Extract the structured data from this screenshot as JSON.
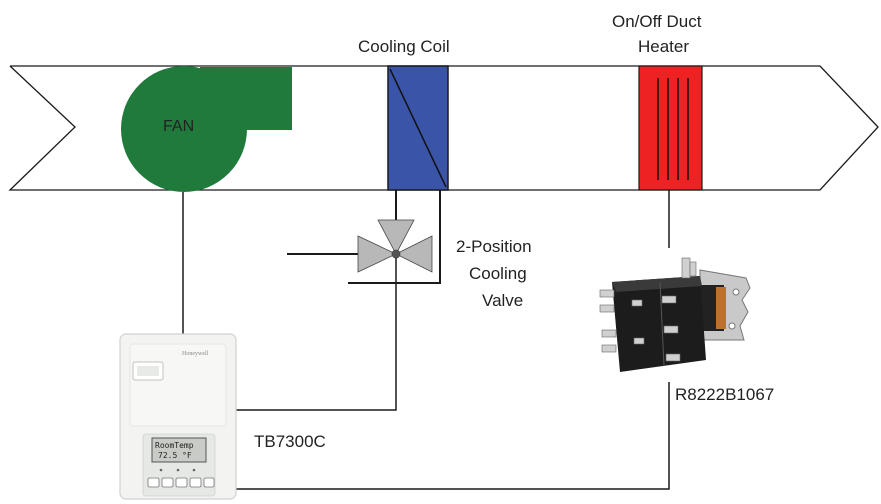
{
  "labels": {
    "fan": "FAN",
    "cooling_coil": "Cooling Coil",
    "heater_line1": "On/Off Duct",
    "heater_line2": "Heater",
    "valve_line1": "2-Position",
    "valve_line2": "Cooling",
    "valve_line3": "Valve",
    "relay_model": "R8222B1067",
    "thermostat_model": "TB7300C"
  },
  "thermostat": {
    "brand": "Honeywell",
    "display_line1": "RoomTemp",
    "display_line2": "72.5 °F"
  },
  "colors": {
    "fan": "#1f7a3c",
    "cooling_coil": "#3a55a8",
    "heater": "#ee2222",
    "valve": "#b8b8b8",
    "line": "#1a1a1a"
  }
}
